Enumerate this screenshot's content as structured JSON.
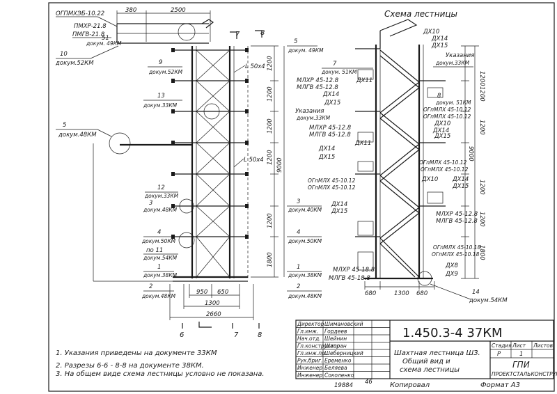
{
  "drawing": {
    "scheme_title": "Схема лестницы",
    "code": "1.450.3-4 37КМ",
    "name_lines": [
      "Шахтная лестница ШЗ.",
      "Общий вид и",
      "схема лестницы"
    ],
    "stage_header": "Стадия",
    "sheet_header": "Лист",
    "sheets_header": "Листов",
    "stage": "Р",
    "sheet": "1",
    "org": "ГПИ",
    "org_full": "ПРОЕКТСТАЛЬКОНСТРУКЦИЯ",
    "notes": [
      "1. Указания приведены на документе 33КМ",
      "2. Разрезы 6-6 - 8-8 на документе 38КМ.",
      "3. На общем виде схема лестницы условно не показана."
    ],
    "copied": "Копировал",
    "format": "Формат А3",
    "inv_no": "19884",
    "sheet_mark": "46"
  },
  "titleblock": {
    "rows": [
      {
        "role": "Директор",
        "name": "Шимановский"
      },
      {
        "role": "Гл.инж.",
        "name": "Гордеев"
      },
      {
        "role": "Нач.отд.",
        "name": "Шейнин"
      },
      {
        "role": "Гл.конструктор",
        "name": "Шапран"
      },
      {
        "role": "Гл.инж.пр.",
        "name": "Шеберницкий"
      },
      {
        "role": "Рук.бриг.",
        "name": "Еременко"
      },
      {
        "role": "Инженер",
        "name": "Беляева"
      },
      {
        "role": "Инженер",
        "name": "Соколенко"
      }
    ]
  },
  "elevation": {
    "top_labels": {
      "prof": "ОГПМХЭБ-10.22",
      "mlhr": "ПМХР-21.8",
      "mlgv": "ПМГВ-21.8",
      "n51": "51",
      "doc49": "докум. 49КМ",
      "n10": "10",
      "doc52": "докум.52КМ",
      "n9": "9",
      "doc52b": "докум.52КМ",
      "n13": "13",
      "doc33": "докум.33КМ",
      "n5": "5",
      "doc48": "докум.48КМ",
      "n12": "12",
      "doc33b": "докум.33КМ",
      "n3": "3",
      "doc48b": "докум.48КМ",
      "n4": "4",
      "doc50": "докум.50КМ",
      "po11": "по 11",
      "doc54": "докум.54КМ",
      "n1": "1",
      "doc38": "докум.38КМ",
      "n2": "2",
      "doc48c": "докум.48КМ",
      "angle1": "L 50х4",
      "angle2": "L 50х4"
    },
    "dims": {
      "d380": "380",
      "d2500": "2500",
      "d950": "950",
      "d650": "650",
      "d1300": "1300",
      "d2660": "2660",
      "d9000": "9000",
      "rise": [
        "1200",
        "1200",
        "1200",
        "1200",
        "1200",
        "1800"
      ]
    },
    "sections": {
      "s6": "6",
      "s7": "7",
      "s8": "8"
    }
  },
  "scheme": {
    "labels": {
      "dx10": "ДХ10",
      "dx14": "ДХ14",
      "dx15": "ДХ15",
      "n7": "7",
      "doc51": "докум. 51КМ",
      "n5b": "5",
      "doc49b": "докум. 49КМ",
      "ukaz": "Указания",
      "doc33c": "докум.33КМ",
      "mlhr45": "МЛХР 45-12.8",
      "mlgv45": "МЛГВ 45-12.8",
      "n8": "8",
      "doc51b": "докум. 51КМ",
      "ogpm1": "ОГпМЛХ 45-10.12",
      "ogpm2": "ОГпМЛХ 45-10.12",
      "dx11": "ДХ11",
      "ukaz2": "Указания",
      "doc33d": "докум.33КМ",
      "n3b": "3",
      "doc40": "докум.40КМ",
      "n4b": "4",
      "doc50b": "докум.50КМ",
      "n1b": "1",
      "doc38b": "докум.38КМ",
      "n2b": "2",
      "doc48d": "докум.48КМ",
      "mlhr2": "МЛХР 45-18.8",
      "mlgv2": "МЛГВ 45-18.8",
      "mlhrb": "МЛХР 45-12.8",
      "mlgvb": "МЛГВ 45-12.8",
      "ogpm10": "ОГпМЛХ 45-10.18",
      "ogpm11": "ОГпМЛХ 45-10.18",
      "dx8": "ДХ8",
      "dx9": "ДХ9",
      "n14": "14",
      "doc54b": "докум.54КМ"
    },
    "dims": {
      "d680a": "680",
      "d1300": "1300",
      "d680b": "680",
      "d9000": "9000",
      "rise": [
        "1200",
        "1200",
        "1200",
        "1200",
        "1200",
        "1800"
      ]
    }
  }
}
